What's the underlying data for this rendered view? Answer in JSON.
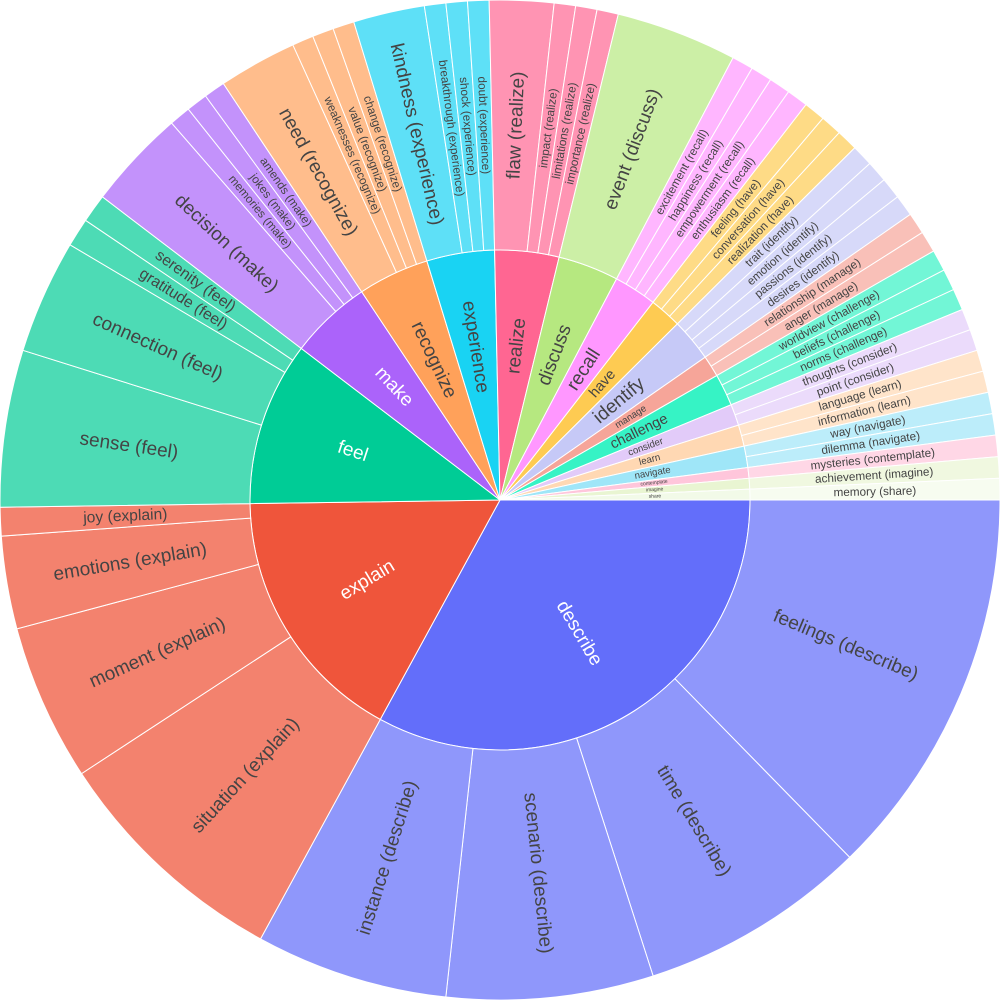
{
  "chart_data": {
    "type": "sunburst",
    "start_angle_deg": 0,
    "direction": "clockwise",
    "center": "",
    "nodes": [
      {
        "name": "describe",
        "color": "#636efa",
        "children": [
          {
            "name": "feelings (describe)",
            "value": 55,
            "color": "#8f97fb"
          },
          {
            "name": "time (describe)",
            "value": 32,
            "color": "#8f97fb"
          },
          {
            "name": "scenario (describe)",
            "value": 29,
            "color": "#8f97fb"
          },
          {
            "name": "instance (describe)",
            "value": 27,
            "color": "#8f97fb"
          }
        ]
      },
      {
        "name": "explain",
        "color": "#ef553b",
        "children": [
          {
            "name": "situation (explain)",
            "value": 34,
            "color": "#f3826e"
          },
          {
            "name": "moment (explain)",
            "value": 22,
            "color": "#f3826e"
          },
          {
            "name": "emotions (explain)",
            "value": 13,
            "color": "#f3826e"
          },
          {
            "name": "joy (explain)",
            "value": 4,
            "color": "#f3826e"
          }
        ]
      },
      {
        "name": "feel",
        "color": "#00cc96",
        "children": [
          {
            "name": "sense (feel)",
            "value": 22,
            "color": "#4ddbb5"
          },
          {
            "name": "connection (feel)",
            "value": 16,
            "color": "#4ddbb5"
          },
          {
            "name": "gratitude (feel)",
            "value": 4,
            "color": "#4ddbb5"
          },
          {
            "name": "serenity (feel)",
            "value": 4,
            "color": "#4ddbb5"
          }
        ]
      },
      {
        "name": "make",
        "color": "#ab63fa",
        "children": [
          {
            "name": "decision (make)",
            "value": 14,
            "color": "#c392fb"
          },
          {
            "name": "memories (make)",
            "value": 3,
            "color": "#c392fb"
          },
          {
            "name": "jokes (make)",
            "value": 3,
            "color": "#c392fb"
          },
          {
            "name": "amends (make)",
            "value": 3,
            "color": "#c392fb"
          }
        ]
      },
      {
        "name": "recognize",
        "color": "#ffa15a",
        "children": [
          {
            "name": "need (recognize)",
            "value": 11,
            "color": "#ffbd8c"
          },
          {
            "name": "weaknesses (recognize)",
            "value": 3,
            "color": "#ffbd8c"
          },
          {
            "name": "value (recognize)",
            "value": 3,
            "color": "#ffbd8c"
          },
          {
            "name": "change (recognize)",
            "value": 3,
            "color": "#ffbd8c"
          }
        ]
      },
      {
        "name": "experience",
        "color": "#19d3f3",
        "children": [
          {
            "name": "kindness (experience)",
            "value": 10,
            "color": "#5ee0f7"
          },
          {
            "name": "breakthrough (experience)",
            "value": 3,
            "color": "#5ee0f7"
          },
          {
            "name": "shock (experience)",
            "value": 3,
            "color": "#5ee0f7"
          },
          {
            "name": "doubt (experience)",
            "value": 3,
            "color": "#5ee0f7"
          }
        ]
      },
      {
        "name": "realize",
        "color": "#ff6692",
        "children": [
          {
            "name": "flaw (realize)",
            "value": 9,
            "color": "#ff94b3"
          },
          {
            "name": "impact (realize)",
            "value": 3,
            "color": "#ff94b3"
          },
          {
            "name": "limitations (realize)",
            "value": 3,
            "color": "#ff94b3"
          },
          {
            "name": "importance (realize)",
            "value": 3,
            "color": "#ff94b3"
          }
        ]
      },
      {
        "name": "discuss",
        "color": "#b6e880",
        "children": [
          {
            "name": "event (discuss)",
            "value": 17,
            "color": "#ccefa6"
          }
        ]
      },
      {
        "name": "recall",
        "color": "#ff97ff",
        "children": [
          {
            "name": "excitement (recall)",
            "value": 3,
            "color": "#ffb6ff"
          },
          {
            "name": "happiness (recall)",
            "value": 3,
            "color": "#ffb6ff"
          },
          {
            "name": "empowerment (recall)",
            "value": 3,
            "color": "#ffb6ff"
          },
          {
            "name": "enthusiasm (recall)",
            "value": 3,
            "color": "#ffb6ff"
          }
        ]
      },
      {
        "name": "have",
        "color": "#fecb52",
        "children": [
          {
            "name": "feeling (have)",
            "value": 3,
            "color": "#fedb86"
          },
          {
            "name": "conversation (have)",
            "value": 3,
            "color": "#fedb86"
          },
          {
            "name": "realization (have)",
            "value": 3,
            "color": "#fedb86"
          }
        ]
      },
      {
        "name": "identify",
        "color": "#c6c9f7",
        "children": [
          {
            "name": "trait (identify)",
            "value": 3,
            "color": "#d7d9f9"
          },
          {
            "name": "emotion (identify)",
            "value": 3,
            "color": "#d7d9f9"
          },
          {
            "name": "passions (identify)",
            "value": 3,
            "color": "#d7d9f9"
          },
          {
            "name": "desires (identify)",
            "value": 3,
            "color": "#d7d9f9"
          }
        ]
      },
      {
        "name": "manage",
        "color": "#f6a599",
        "children": [
          {
            "name": "relationship (manage)",
            "value": 3,
            "color": "#f9c0b8"
          },
          {
            "name": "anger (manage)",
            "value": 3,
            "color": "#f9c0b8"
          }
        ]
      },
      {
        "name": "challenge",
        "color": "#36f3c5",
        "children": [
          {
            "name": "worldview (challenge)",
            "value": 3,
            "color": "#72f6d6"
          },
          {
            "name": "beliefs (challenge)",
            "value": 3,
            "color": "#72f6d6"
          },
          {
            "name": "norms (challenge)",
            "value": 3,
            "color": "#72f6d6"
          }
        ]
      },
      {
        "name": "consider",
        "color": "#e2cbf9",
        "children": [
          {
            "name": "thoughts (consider)",
            "value": 3,
            "color": "#ebdbfb"
          },
          {
            "name": "point (consider)",
            "value": 3,
            "color": "#ebdbfb"
          }
        ]
      },
      {
        "name": "learn",
        "color": "#ffd8b3",
        "children": [
          {
            "name": "language (learn)",
            "value": 3,
            "color": "#ffe4ca"
          },
          {
            "name": "information (learn)",
            "value": 3,
            "color": "#ffe4ca"
          }
        ]
      },
      {
        "name": "navigate",
        "color": "#9fe6f8",
        "children": [
          {
            "name": "way (navigate)",
            "value": 3,
            "color": "#bcedfa"
          },
          {
            "name": "dilemma (navigate)",
            "value": 3,
            "color": "#bcedfa"
          }
        ]
      },
      {
        "name": "contemplate",
        "color": "#ffc6db",
        "children": [
          {
            "name": "mysteries (contemplate)",
            "value": 3,
            "color": "#ffd7e6"
          }
        ]
      },
      {
        "name": "imagine",
        "color": "#e9f5d2",
        "children": [
          {
            "name": "achievement (imagine)",
            "value": 3,
            "color": "#f0f8e0"
          }
        ]
      },
      {
        "name": "share",
        "color": "#f2fae8",
        "children": [
          {
            "name": "memory (share)",
            "value": 3,
            "color": "#f7fcf0"
          }
        ]
      }
    ]
  }
}
